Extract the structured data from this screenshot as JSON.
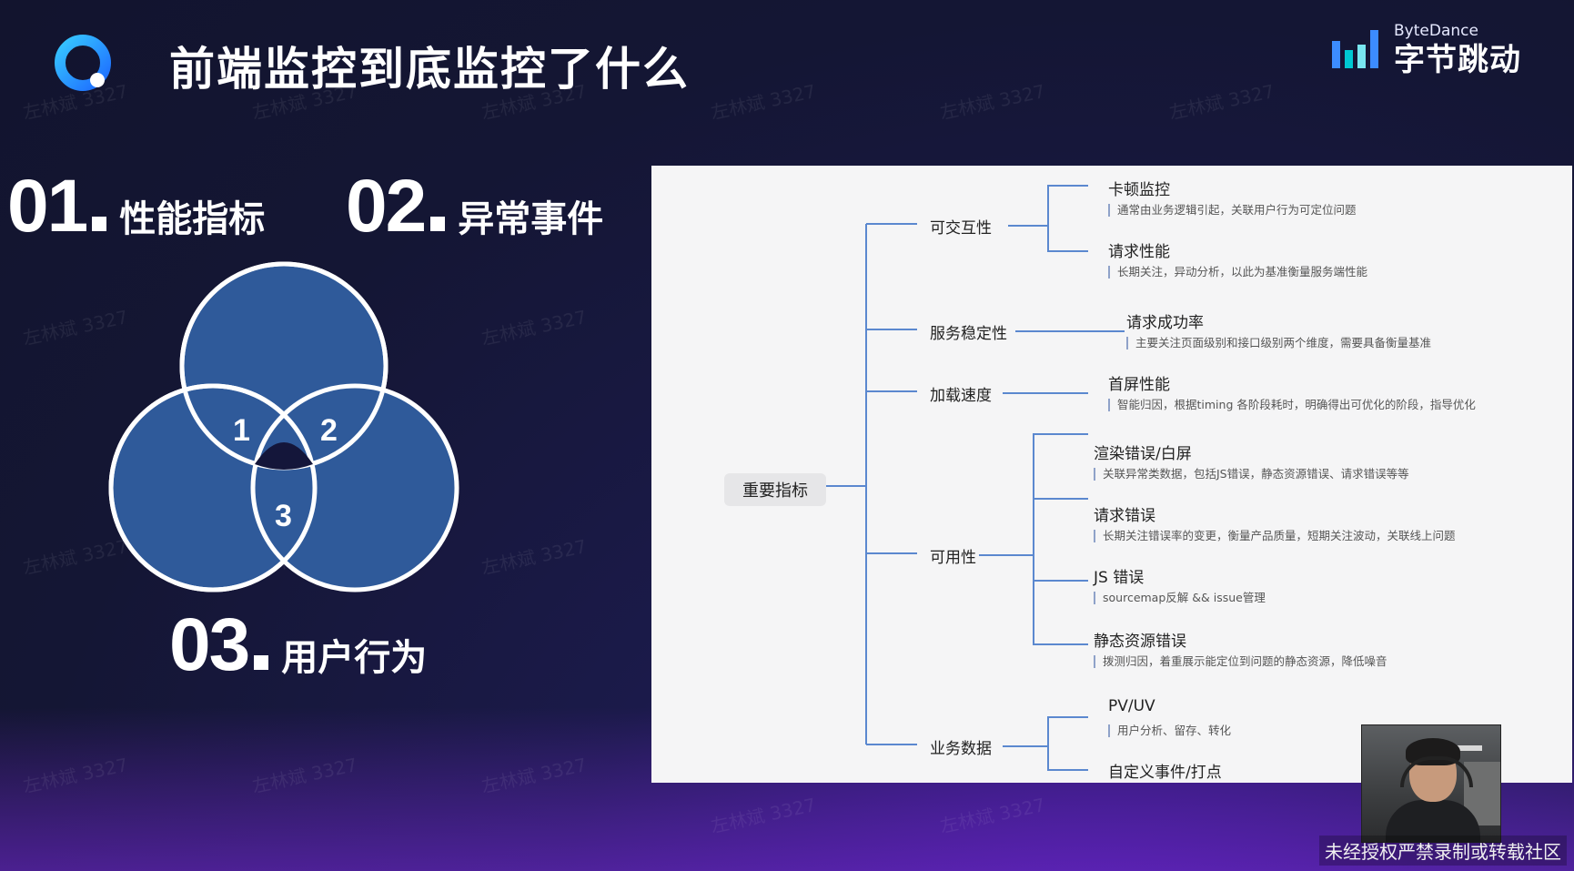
{
  "header": {
    "title": "前端监控到底监控了什么",
    "brand_en": "ByteDance",
    "brand_cn": "字节跳动"
  },
  "watermark": "左林斌 3327",
  "labels": {
    "l1_num": "01",
    "l1_text": "性能指标",
    "l2_num": "02",
    "l2_text": "异常事件",
    "l3_num": "03",
    "l3_text": "用户行为"
  },
  "venn": {
    "n1": "1",
    "n2": "2",
    "n3": "3",
    "fill": "#2f5a9a",
    "stroke": "#ffffff"
  },
  "mindmap": {
    "root": "重要指标",
    "branches": [
      {
        "label": "可交互性",
        "leaves": [
          {
            "title": "卡顿监控",
            "desc": "通常由业务逻辑引起，关联用户行为可定位问题"
          },
          {
            "title": "请求性能",
            "desc": "长期关注，异动分析，以此为基准衡量服务端性能"
          }
        ]
      },
      {
        "label": "服务稳定性",
        "leaves": [
          {
            "title": "请求成功率",
            "desc": "主要关注页面级别和接口级别两个维度，需要具备衡量基准"
          }
        ]
      },
      {
        "label": "加载速度",
        "leaves": [
          {
            "title": "首屏性能",
            "desc": "智能归因，根据timing 各阶段耗时，明确得出可优化的阶段，指导优化"
          }
        ]
      },
      {
        "label": "可用性",
        "leaves": [
          {
            "title": "渲染错误/白屏",
            "desc": "关联异常类数据，包括JS错误，静态资源错误、请求错误等等"
          },
          {
            "title": "请求错误",
            "desc": "长期关注错误率的变更，衡量产品质量，短期关注波动，关联线上问题"
          },
          {
            "title": "JS 错误",
            "desc": "sourcemap反解 && issue管理"
          },
          {
            "title": "静态资源错误",
            "desc": "拨测归因，着重展示能定位到问题的静态资源，降低噪音"
          }
        ]
      },
      {
        "label": "业务数据",
        "leaves": [
          {
            "title": "PV/UV",
            "desc": "用户分析、留存、转化"
          },
          {
            "title": "自定义事件/打点",
            "desc": ""
          }
        ]
      }
    ]
  },
  "footer": "未经授权严禁录制或转载社区"
}
